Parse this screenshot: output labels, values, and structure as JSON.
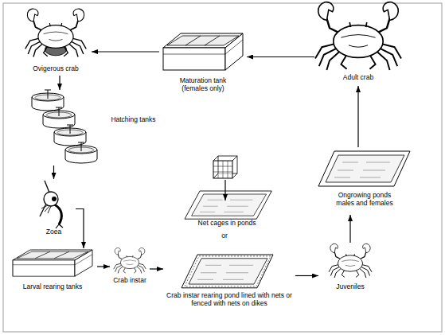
{
  "diagram": {
    "nodes": [
      {
        "text": [
          "Ovigerous crab"
        ]
      },
      {
        "text": [
          "Maturation tank (females only)"
        ]
      },
      {
        "text": [
          "Adult crab"
        ]
      },
      {
        "text": [
          "Hatching tanks"
        ]
      },
      {
        "text": [
          "Zoea"
        ]
      },
      {
        "text": [
          "Larval rearing tanks"
        ]
      },
      {
        "text": [
          "Crab instar"
        ]
      },
      {
        "text": [
          "Net cages in ponds"
        ]
      },
      {
        "text": [
          "Crab instar rearing pond lined with nets or fenced with nets on dikes"
        ]
      },
      {
        "text": [
          "Juveniles"
        ]
      },
      {
        "text": [
          "Ongrowing ponds males and females"
        ]
      }
    ],
    "edges": [
      {
        "from": 2,
        "to": 1,
        "arrow": "to"
      },
      {
        "from": 1,
        "to": 0,
        "arrow": "to"
      },
      {
        "from": 0,
        "to": 3,
        "arrow": "to"
      },
      {
        "from": 3,
        "to": 4,
        "arrow": "to"
      },
      {
        "from": 4,
        "to": 5,
        "arrow": "to"
      },
      {
        "from": 5,
        "to": 6,
        "arrow": "to"
      },
      {
        "from": 6,
        "to": 8,
        "arrow": "to"
      },
      {
        "from": 8,
        "to": 9,
        "arrow": "to"
      },
      {
        "from": 9,
        "to": 10,
        "arrow": "to"
      },
      {
        "from": 10,
        "to": 2,
        "arrow": "to"
      }
    ],
    "labels": [
      "or"
    ]
  }
}
